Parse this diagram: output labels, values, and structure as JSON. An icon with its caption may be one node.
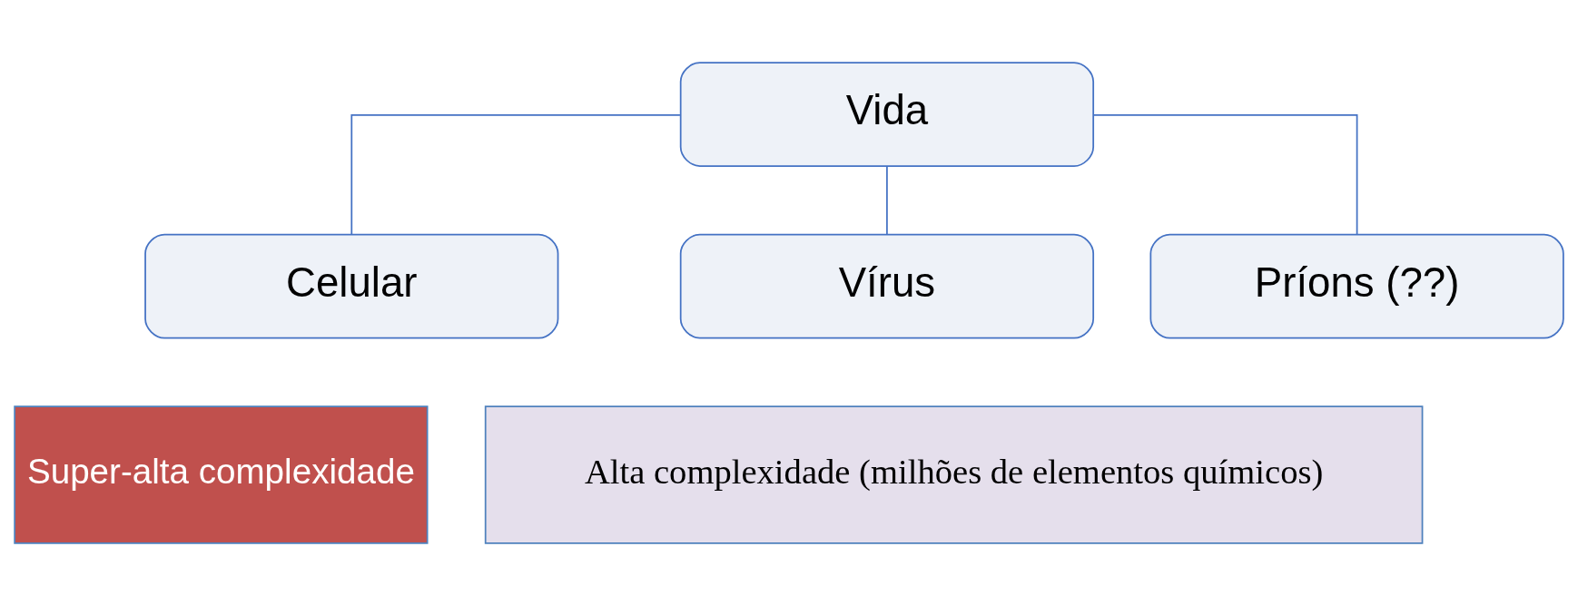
{
  "diagram": {
    "nodes": [
      {
        "text": [
          "Vida"
        ]
      },
      {
        "text": [
          "Celular"
        ]
      },
      {
        "text": [
          "Vírus"
        ]
      },
      {
        "text": [
          "Príons (??)"
        ]
      },
      {
        "text": [
          "Super-alta complexidade"
        ]
      },
      {
        "text": [
          "Alta complexidade (milhões de elementos químicos)"
        ]
      }
    ],
    "edges": [
      {
        "from": 0,
        "to": 1,
        "arrow": "none"
      },
      {
        "from": 0,
        "to": 2,
        "arrow": "none"
      },
      {
        "from": 0,
        "to": 3,
        "arrow": "none"
      }
    ]
  }
}
